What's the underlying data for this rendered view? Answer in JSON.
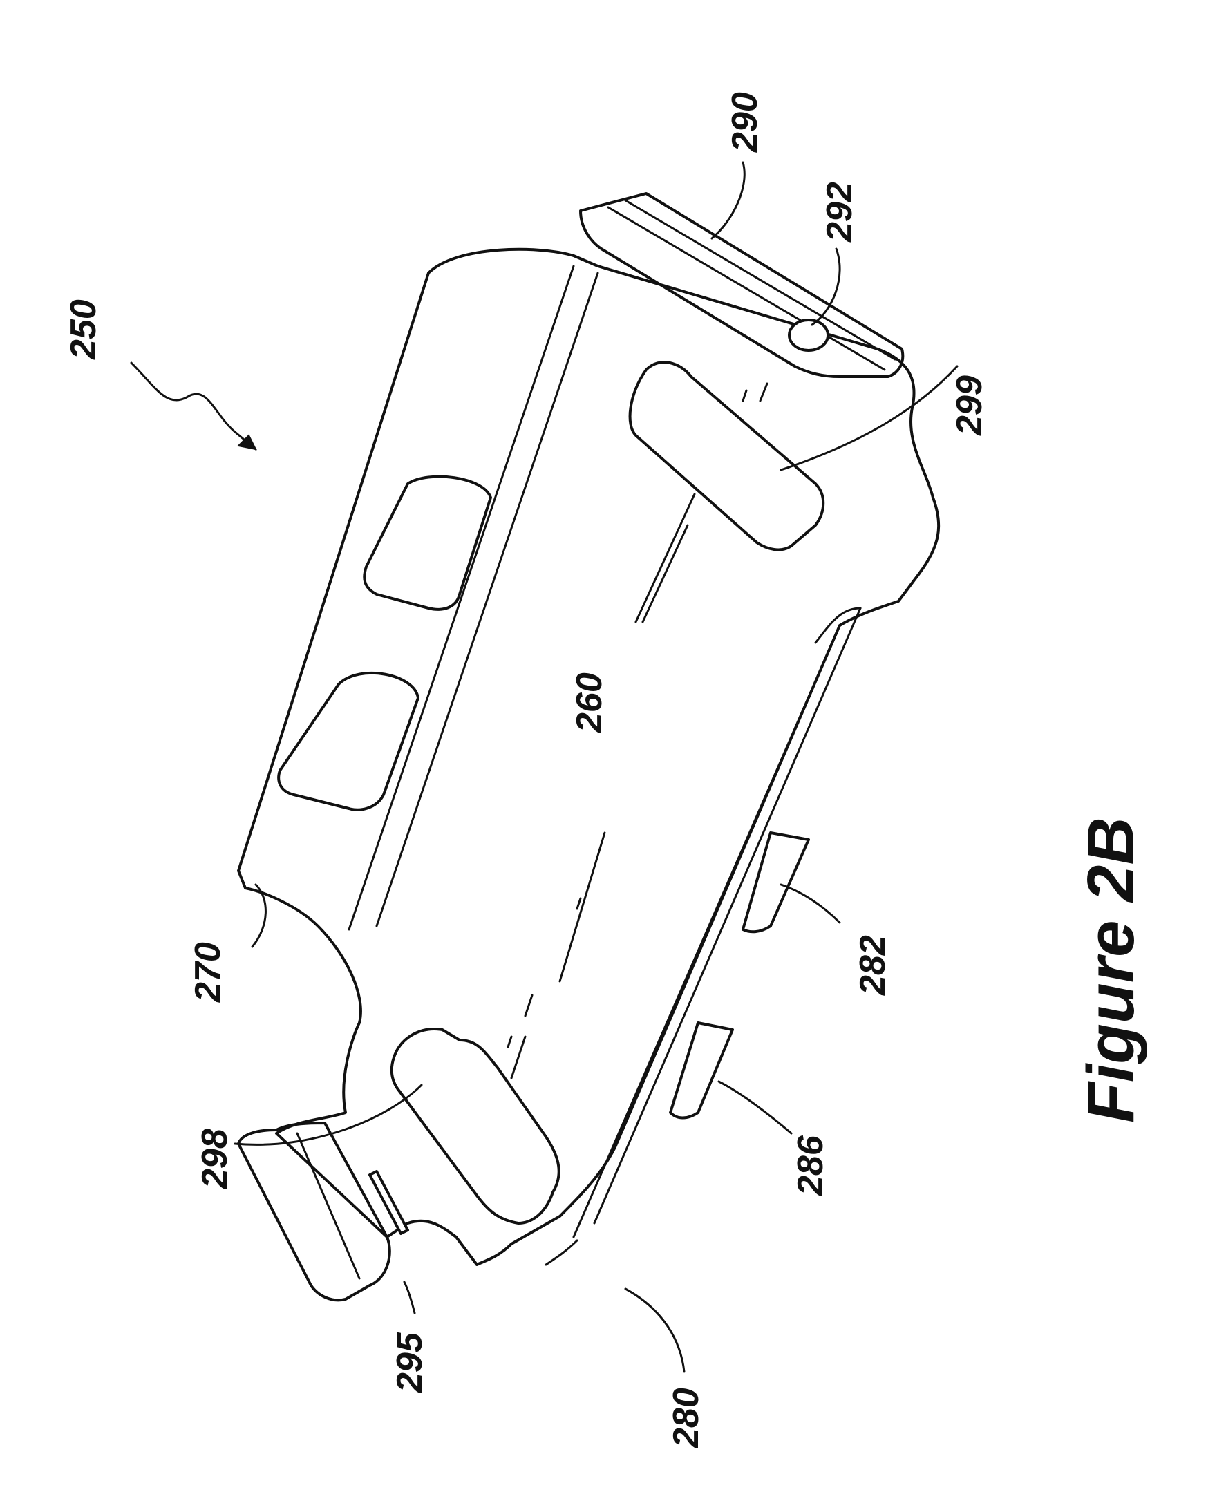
{
  "figure": {
    "title": "Figure 2B",
    "labels": {
      "device": "250",
      "panel": "260",
      "left_notch": "270",
      "bottom_rail": "280",
      "slot_282": "282",
      "slot_286": "286",
      "top_flange": "290",
      "hole": "292",
      "end_flange": "295",
      "opening_298": "298",
      "opening_299": "299"
    }
  }
}
